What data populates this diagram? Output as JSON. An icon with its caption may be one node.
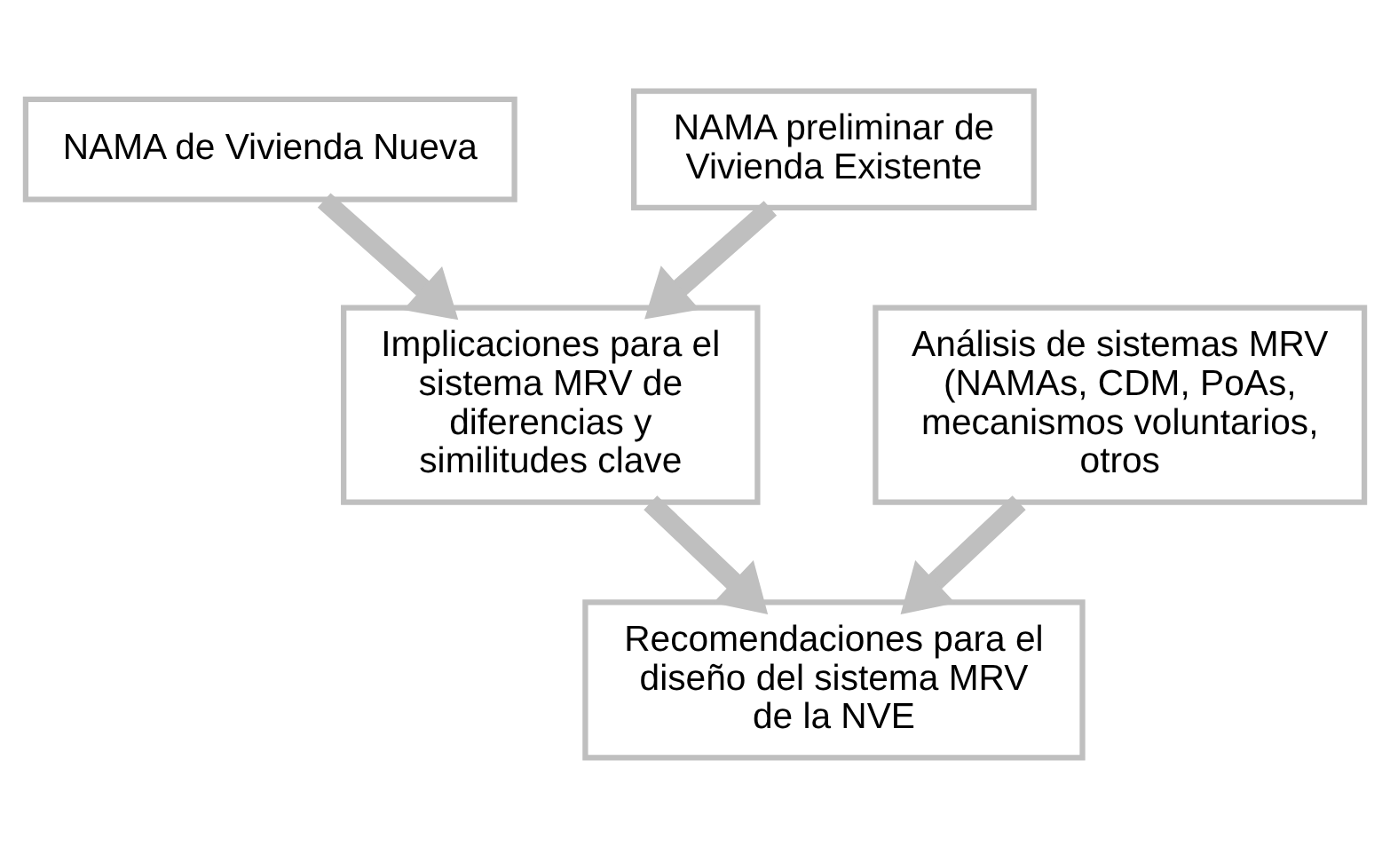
{
  "diagram": {
    "nodes": [
      {
        "text": [
          "NAMA de Vivienda Nueva"
        ]
      },
      {
        "text": [
          "NAMA preliminar de Vivienda Existente"
        ]
      },
      {
        "text": [
          "Implicaciones para el sistema MRV de diferencias y similitudes clave"
        ]
      },
      {
        "text": [
          "Análisis de sistemas MRV (NAMAs, CDM, PoAs, mecanismos voluntarios, otros"
        ]
      },
      {
        "text": [
          "Recomendaciones para el diseño del sistema MRV de la NVE"
        ]
      }
    ],
    "edges": [
      {
        "from": 0,
        "to": 2,
        "arrow": "to"
      },
      {
        "from": 1,
        "to": 2,
        "arrow": "to"
      },
      {
        "from": 2,
        "to": 4,
        "arrow": "to"
      },
      {
        "from": 3,
        "to": 4,
        "arrow": "to"
      }
    ]
  }
}
